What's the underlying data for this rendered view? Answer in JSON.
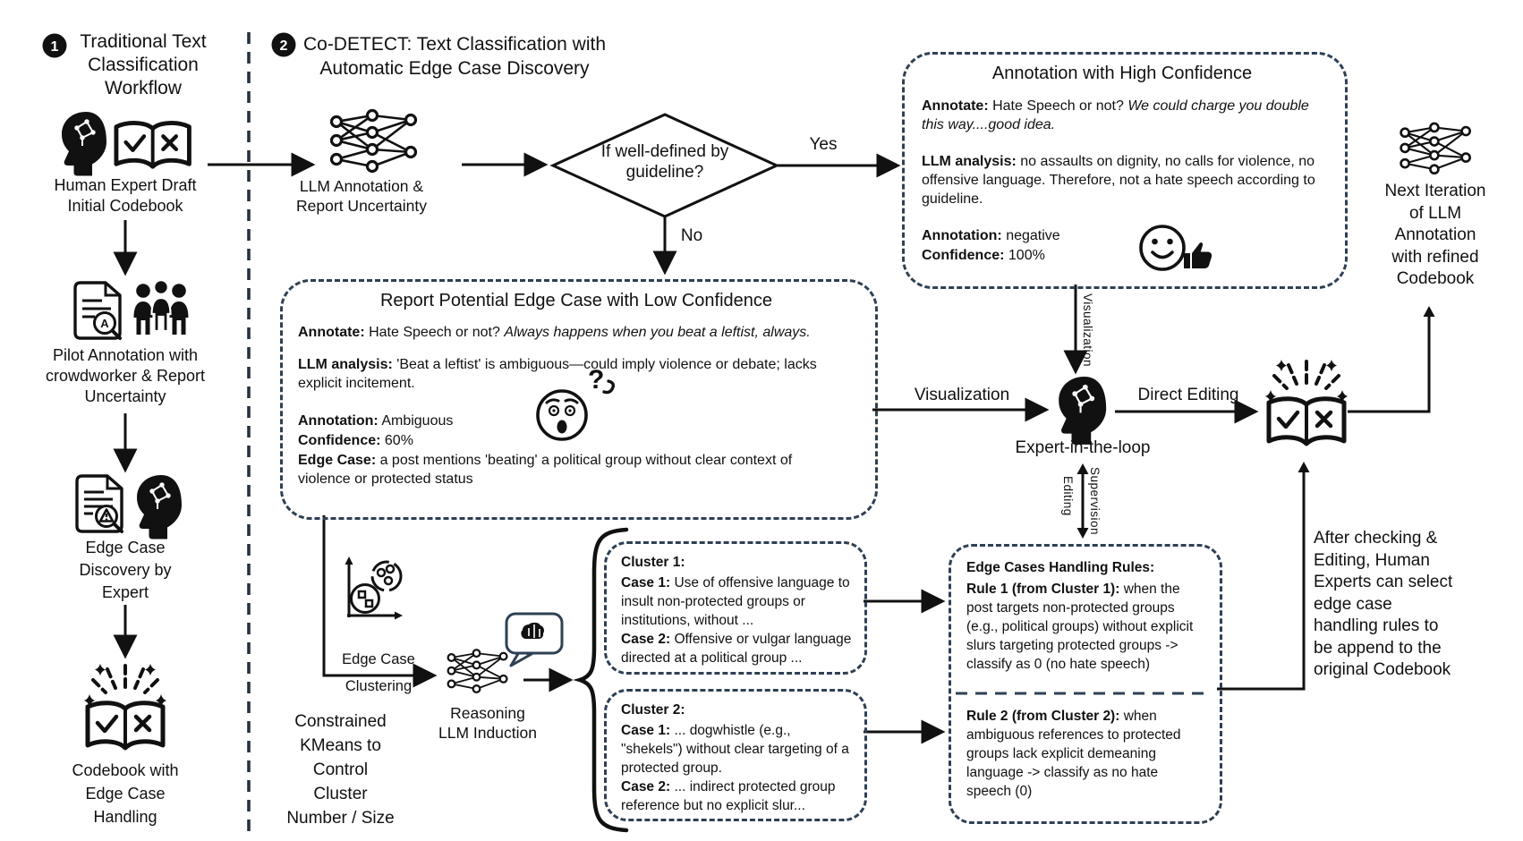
{
  "colors": {
    "line": "#111111",
    "dash_border": "#2e4053",
    "background": "#ffffff"
  },
  "icons": {
    "q_mark": "?",
    "magnifier_letter": "A"
  },
  "panel1": {
    "badge": "1",
    "title": "Traditional Text\nClassification\nWorkflow",
    "step1": "Human Expert Draft\nInitial Codebook",
    "step2": "Pilot Annotation with\ncrowdworker & Report\nUncertainty",
    "step3": "Edge Case\nDiscovery by\nExpert",
    "step4": "Codebook with\nEdge Case\nHandling"
  },
  "panel2": {
    "badge": "2",
    "title": "Co-DETECT: Text Classification with\nAutomatic Edge Case Discovery",
    "llm_node": "LLM Annotation &\nReport Uncertainty",
    "decision": "If well-defined by\nguideline?",
    "yes": "Yes",
    "no": "No"
  },
  "high_box": {
    "title": "Annotation with High Confidence",
    "annotate_label": "Annotate:",
    "annotate_text": " Hate Speech or not? ",
    "annotate_quote": "We could charge you double this way....good idea.",
    "analysis_label": "LLM analysis:",
    "analysis_text": " no assaults on dignity, no calls for violence, no offensive language. Therefore, not a hate speech according to guideline.",
    "annotation_label": "Annotation:",
    "annotation_value": " negative",
    "confidence_label": "Confidence:",
    "confidence_value": " 100%"
  },
  "low_box": {
    "title": "Report Potential Edge Case with Low Confidence",
    "annotate_label": "Annotate:",
    "annotate_text": " Hate Speech or not? ",
    "annotate_quote": "Always happens when you beat a leftist, always.",
    "analysis_label": "LLM analysis:",
    "analysis_text": " 'Beat a leftist' is ambiguous—could imply violence or debate; lacks explicit incitement.",
    "annotation_label": "Annotation:",
    "annotation_value": " Ambiguous",
    "confidence_label": "Confidence:",
    "confidence_value": " 60%",
    "edge_label": "Edge Case:",
    "edge_text": " a post mentions 'beating' a political group without clear context of violence or protected status"
  },
  "expert": {
    "visualization_h": "Visualization",
    "visualization_v": "Visualization",
    "label": "Expert-in-the-loop",
    "direct_editing": "Direct Editing",
    "editing": "Editing",
    "supervision": "Supervision"
  },
  "clustering": {
    "edge_case": "Edge Case",
    "clustering": "Clustering",
    "kmeans": "Constrained\nKMeans to\nControl\nCluster\nNumber / Size",
    "reasoning": "Reasoning\nLLM Induction"
  },
  "cluster1": {
    "title": "Cluster 1:",
    "case1_label": "Case 1:",
    "case1_text": " Use of offensive language to insult non-protected groups or institutions, without ...",
    "case2_label": "Case 2:",
    "case2_text": " Offensive or vulgar language directed at a political group ..."
  },
  "cluster2": {
    "title": "Cluster 2:",
    "case1_label": "Case 1:",
    "case1_text": " ... dogwhistle (e.g., \"shekels\") without clear targeting of a protected group.",
    "case2_label": "Case 2:",
    "case2_text": " ... indirect protected group reference but no explicit slur..."
  },
  "rules": {
    "title": "Edge Cases Handling Rules:",
    "rule1_label": "Rule 1 (from Cluster 1):",
    "rule1_text": " when the post targets non-protected groups (e.g., political groups) without explicit slurs targeting protected groups -> classify as 0 (no hate speech)",
    "rule2_label": "Rule 2 (from Cluster 2):",
    "rule2_text": " when ambiguous references to protected groups lack explicit demeaning language -> classify as no hate speech (0)"
  },
  "notes": {
    "after": "After checking &\nEditing, Human\nExperts can select\nedge case\nhandling rules to\nbe append to the\noriginal Codebook",
    "next_iteration": "Next Iteration\nof LLM\nAnnotation\nwith refined\nCodebook"
  }
}
